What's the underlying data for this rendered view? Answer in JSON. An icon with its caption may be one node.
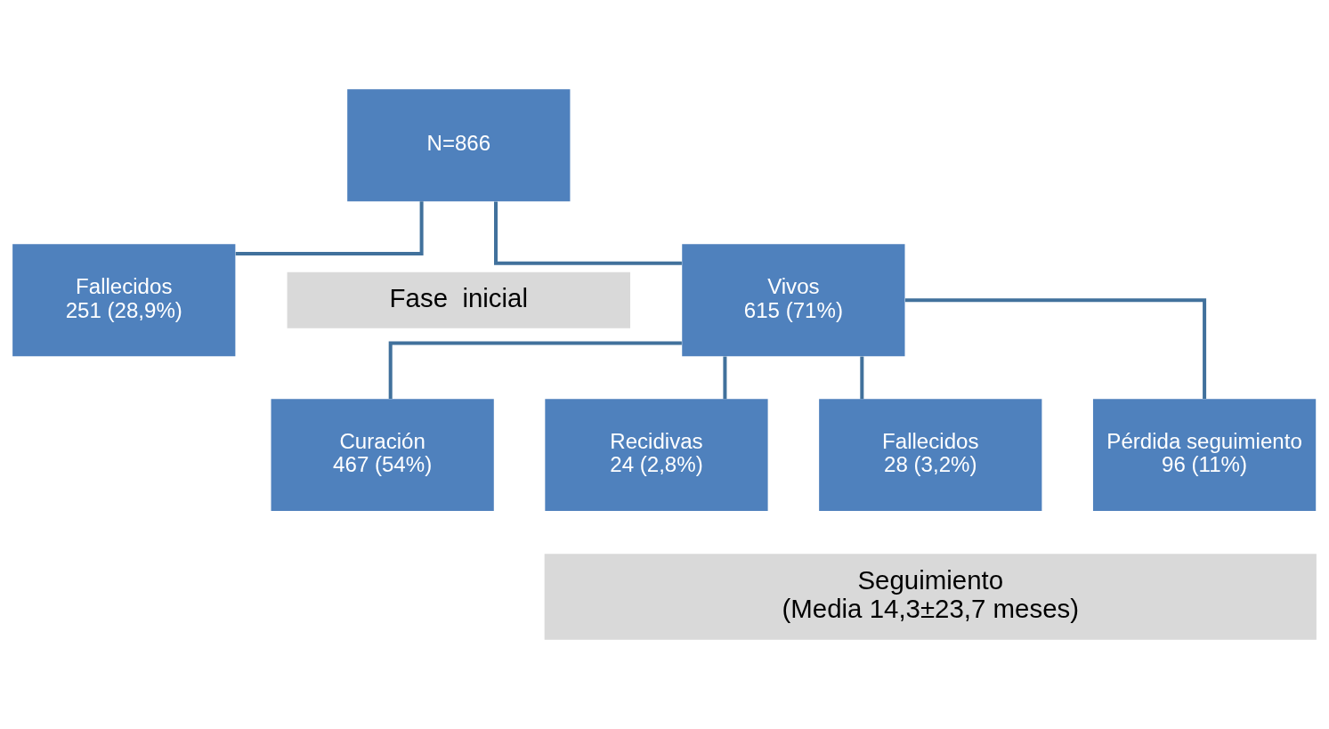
{
  "diagram": {
    "nodes": [
      {
        "text": [
          "N=866"
        ]
      },
      {
        "text": [
          "Vivos",
          "615 (71%)"
        ]
      },
      {
        "text": [
          "Fallecidos",
          "251 (28,9%)"
        ]
      },
      {
        "text": [
          "Curación",
          "467 (54%)"
        ]
      },
      {
        "text": [
          "Recidivas",
          "24 (2,8%)"
        ]
      },
      {
        "text": [
          "Fallecidos",
          "28 (3,2%)"
        ]
      },
      {
        "text": [
          "Pérdida seguimiento",
          "96 (11%)"
        ]
      },
      {
        "text": [
          "Fase  inicial"
        ]
      },
      {
        "text": [
          "Seguimiento",
          "(Media 14,3±23,7 meses)"
        ]
      }
    ],
    "edges": [
      {
        "from": 0,
        "to": 1,
        "arrow": "none"
      },
      {
        "from": 0,
        "to": 2,
        "arrow": "none"
      },
      {
        "from": 1,
        "to": 3,
        "arrow": "none"
      },
      {
        "from": 1,
        "to": 4,
        "arrow": "none"
      },
      {
        "from": 1,
        "to": 5,
        "arrow": "none"
      },
      {
        "from": 1,
        "to": 6,
        "arrow": "none"
      }
    ]
  }
}
